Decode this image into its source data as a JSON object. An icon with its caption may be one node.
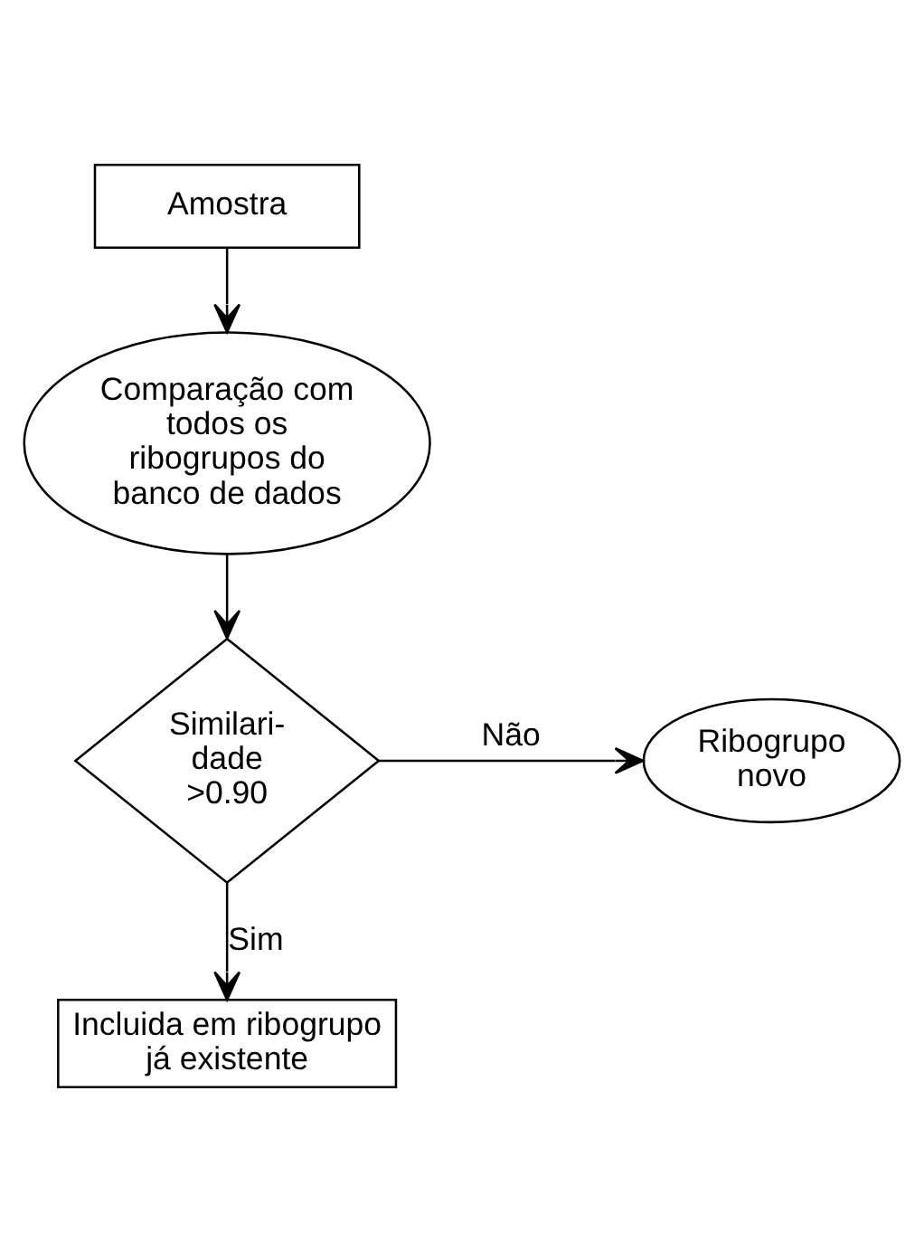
{
  "diagram": {
    "nodes": [
      {
        "text": [
          "Amostra"
        ]
      },
      {
        "text": [
          "Comparação com todos os ribogrupos do banco de dados"
        ]
      },
      {
        "text": [
          "Similari- dade >0.90"
        ]
      },
      {
        "text": [
          "Ribogrupo novo"
        ]
      },
      {
        "text": [
          "Incluida em ribogrupo já existente"
        ]
      }
    ],
    "edges": [
      {
        "from": 0,
        "to": 1,
        "arrow": "to"
      },
      {
        "from": 1,
        "to": 2,
        "arrow": "to"
      },
      {
        "from": 2,
        "to": 3,
        "arrow": "to",
        "label": "Não"
      },
      {
        "from": 2,
        "to": 4,
        "arrow": "to",
        "label": "Sim"
      }
    ]
  }
}
